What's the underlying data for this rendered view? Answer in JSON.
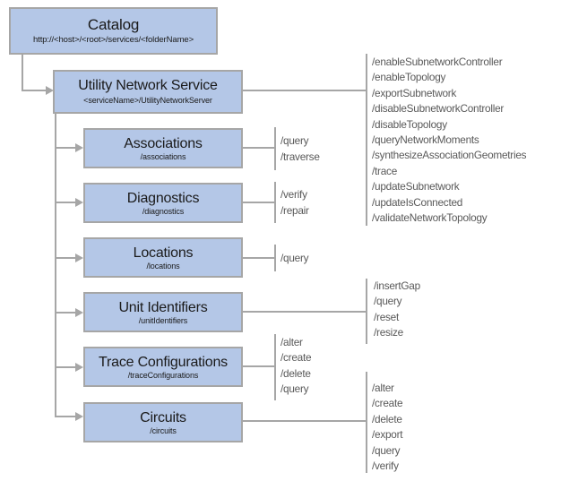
{
  "catalog": {
    "title": "Catalog",
    "path": "http://<host>/<root>/services/<folderName>"
  },
  "service": {
    "title": "Utility Network Service",
    "path": "<serviceName>/UtilityNetworkServer",
    "operations": [
      "/enableSubnetworkController",
      "/enableTopology",
      "/exportSubnetwork",
      "/disableSubnetworkController",
      "/disableTopology",
      "/queryNetworkMoments",
      "/synthesizeAssociationGeometries",
      "/trace",
      "/updateSubnetwork",
      "/updateIsConnected",
      "/validateNetworkTopology"
    ]
  },
  "resources": [
    {
      "title": "Associations",
      "path": "/associations",
      "operations": [
        "/query",
        "/traverse"
      ]
    },
    {
      "title": "Diagnostics",
      "path": "/diagnostics",
      "operations": [
        "/verify",
        "/repair"
      ]
    },
    {
      "title": "Locations",
      "path": "/locations",
      "operations": [
        "/query"
      ]
    },
    {
      "title": "Unit Identifiers",
      "path": "/unitIdentifiers",
      "operations": [
        "/insertGap",
        "/query",
        "/reset",
        "/resize"
      ]
    },
    {
      "title": "Trace Configurations",
      "path": "/traceConfigurations",
      "operations": [
        "/alter",
        "/create",
        "/delete",
        "/query"
      ]
    },
    {
      "title": "Circuits",
      "path": "/circuits",
      "operations": [
        "/alter",
        "/create",
        "/delete",
        "/export",
        "/query",
        "/verify"
      ]
    }
  ],
  "colors": {
    "box_fill": "#b4c7e7",
    "box_border": "#a6a6a6",
    "operation_text": "#595959"
  }
}
